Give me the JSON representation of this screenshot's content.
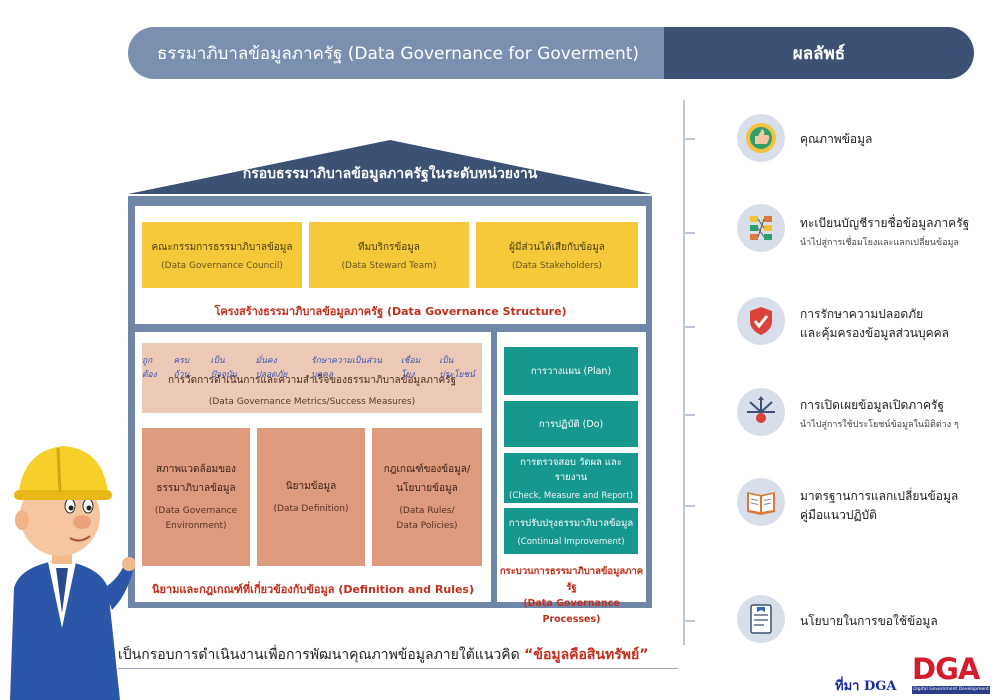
{
  "header": {
    "main_title": "ธรรมาภิบาลข้อมูลภาครัฐ (Data Governance for Goverment)",
    "results_title": "ผลลัพธ์"
  },
  "house": {
    "roof_title": "กรอบธรรมาภิบาลข้อมูลภาครัฐในระดับหน่วยงาน",
    "structure": {
      "boxes": [
        {
          "th": "คณะกรรมการธรรมาภิบาลข้อมูล",
          "en": "(Data Governance Council)"
        },
        {
          "th": "ทีมบริกรข้อมูล",
          "en": "(Data Steward Team)"
        },
        {
          "th": "ผู้มีส่วนได้เสียกับข้อมูล",
          "en": "(Data Stakeholders)"
        }
      ],
      "label": "โครงสร้างธรรมาภิบาลข้อมูลภาครัฐ (Data Governance Structure)"
    },
    "metrics": {
      "tags": [
        "ถูกต้อง",
        "ครบถ้วน",
        "เป็นปัจจุบัน",
        "มั่นคงปลอดภัย",
        "รักษาความเป็นส่วนบุคคล",
        "เชื่อมโยง",
        "เป็นประโยชน์"
      ],
      "title": "การวัดการดำเนินการและความสำเร็จของธรรมาภิบาลข้อมูลภาครัฐ",
      "en": "(Data Governance Metrics/Success Measures)"
    },
    "rules": {
      "boxes": [
        {
          "th1": "สภาพแวดล้อมของ",
          "th2": "ธรรมาภิบาลข้อมูล",
          "en1": "(Data Governance",
          "en2": "Environment)"
        },
        {
          "th1": "นิยามข้อมูล",
          "th2": "",
          "en1": "(Data Definition)",
          "en2": ""
        },
        {
          "th1": "กฎเกณฑ์ของข้อมูล/",
          "th2": "นโยบายข้อมูล",
          "en1": "(Data Rules/",
          "en2": "Data Policies)"
        }
      ],
      "label": "นิยามและกฎเกณฑ์ที่เกี่ยวข้องกับข้อมูล (Definition and Rules)"
    },
    "processes": {
      "steps": [
        {
          "th": "การวางแผน (Plan)",
          "en": ""
        },
        {
          "th": "การปฏิบัติ (Do)",
          "en": ""
        },
        {
          "th": "การตรวจสอบ วัดผล และรายงาน",
          "en": "(Check, Measure and Report)"
        },
        {
          "th": "การปรับปรุงธรรมาภิบาลข้อมูล",
          "en": "(Continual Improvement)"
        }
      ],
      "label_th": "กระบวนการธรรมาภิบาลข้อมูลภาครัฐ",
      "label_en": "(Data Governance Processes)"
    }
  },
  "outcomes": [
    {
      "icon": "quality-thumbs-up-icon",
      "title": "คุณภาพข้อมูล",
      "title2": "",
      "sub": ""
    },
    {
      "icon": "catalog-network-icon",
      "title": "ทะเบียนบัญชีรายชื่อข้อมูลภาครัฐ",
      "title2": "",
      "sub": "นำไปสู่การเชื่อมโยงและแลกเปลี่ยนข้อมูล"
    },
    {
      "icon": "security-shield-icon",
      "title": "การรักษาความปลอดภัย",
      "title2": "และคุ้มครองข้อมูลส่วนบุคคล",
      "sub": ""
    },
    {
      "icon": "open-data-arrows-icon",
      "title": "การเปิดเผยข้อมูลเปิดภาครัฐ",
      "title2": "",
      "sub": "นำไปสู่การใช้ประโยชน์ข้อมูลในมิติต่าง ๆ"
    },
    {
      "icon": "book-standard-icon",
      "title": "มาตรฐานการแลกเปลี่ยนข้อมูล",
      "title2": "คู่มือแนวปฏิบัติ",
      "sub": ""
    },
    {
      "icon": "policy-document-icon",
      "title": "นโยบายในการขอใช้ข้อมูล",
      "title2": "",
      "sub": ""
    }
  ],
  "footer": {
    "text": "เป็นกรอบการดำเนินงานเพื่อการพัฒนาคุณภาพข้อมูลภายใต้แนวคิด ",
    "quote": "“ข้อมูลคือสินทรัพย์”",
    "source": "ที่มา DGA",
    "logo_text": "DGA",
    "logo_sub": "Digital Government Development Agency"
  },
  "colors": {
    "banner_left": "#7b90b0",
    "banner_right": "#3c5173",
    "house": "#6f86a8",
    "yellow": "#f5c93a",
    "salmon": "#dd9a7c",
    "teal": "#17988f",
    "label_red": "#c0301c"
  }
}
